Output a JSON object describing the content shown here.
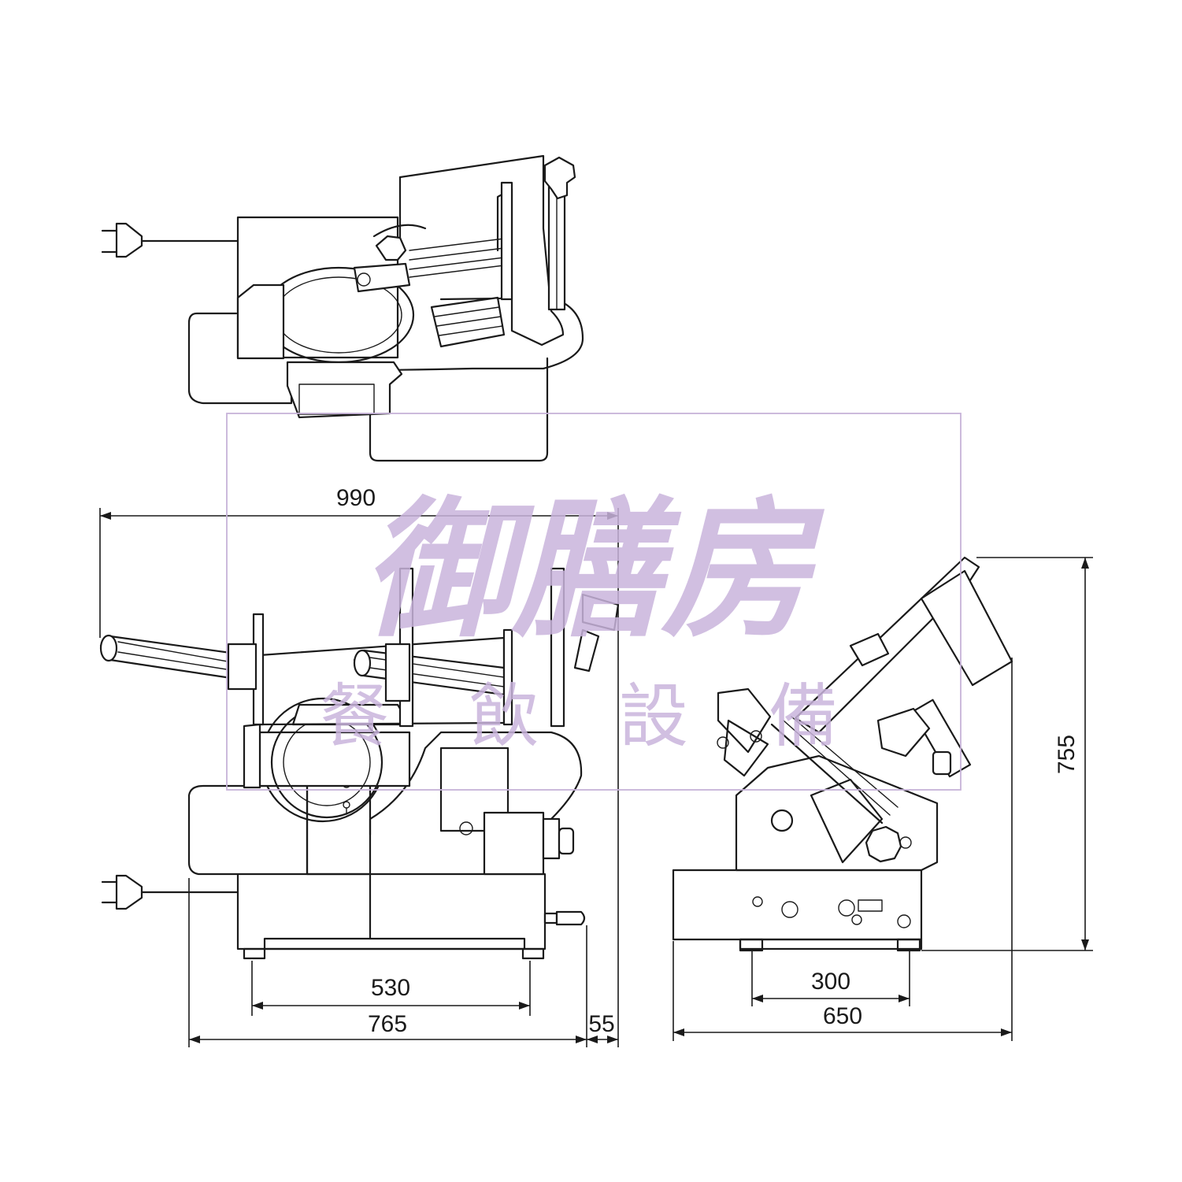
{
  "dimensions": {
    "overall_length": "990",
    "base_width_front": "530",
    "body_length": "765",
    "handle_offset": "55",
    "height": "755",
    "base_width_side": "300",
    "body_depth": "650"
  },
  "watermark": {
    "brand": "御膳房",
    "subtitle": [
      "餐",
      "飲",
      "設",
      "備"
    ]
  },
  "colors": {
    "line": "#1a1a1a",
    "watermark": "#c9b4dc"
  }
}
